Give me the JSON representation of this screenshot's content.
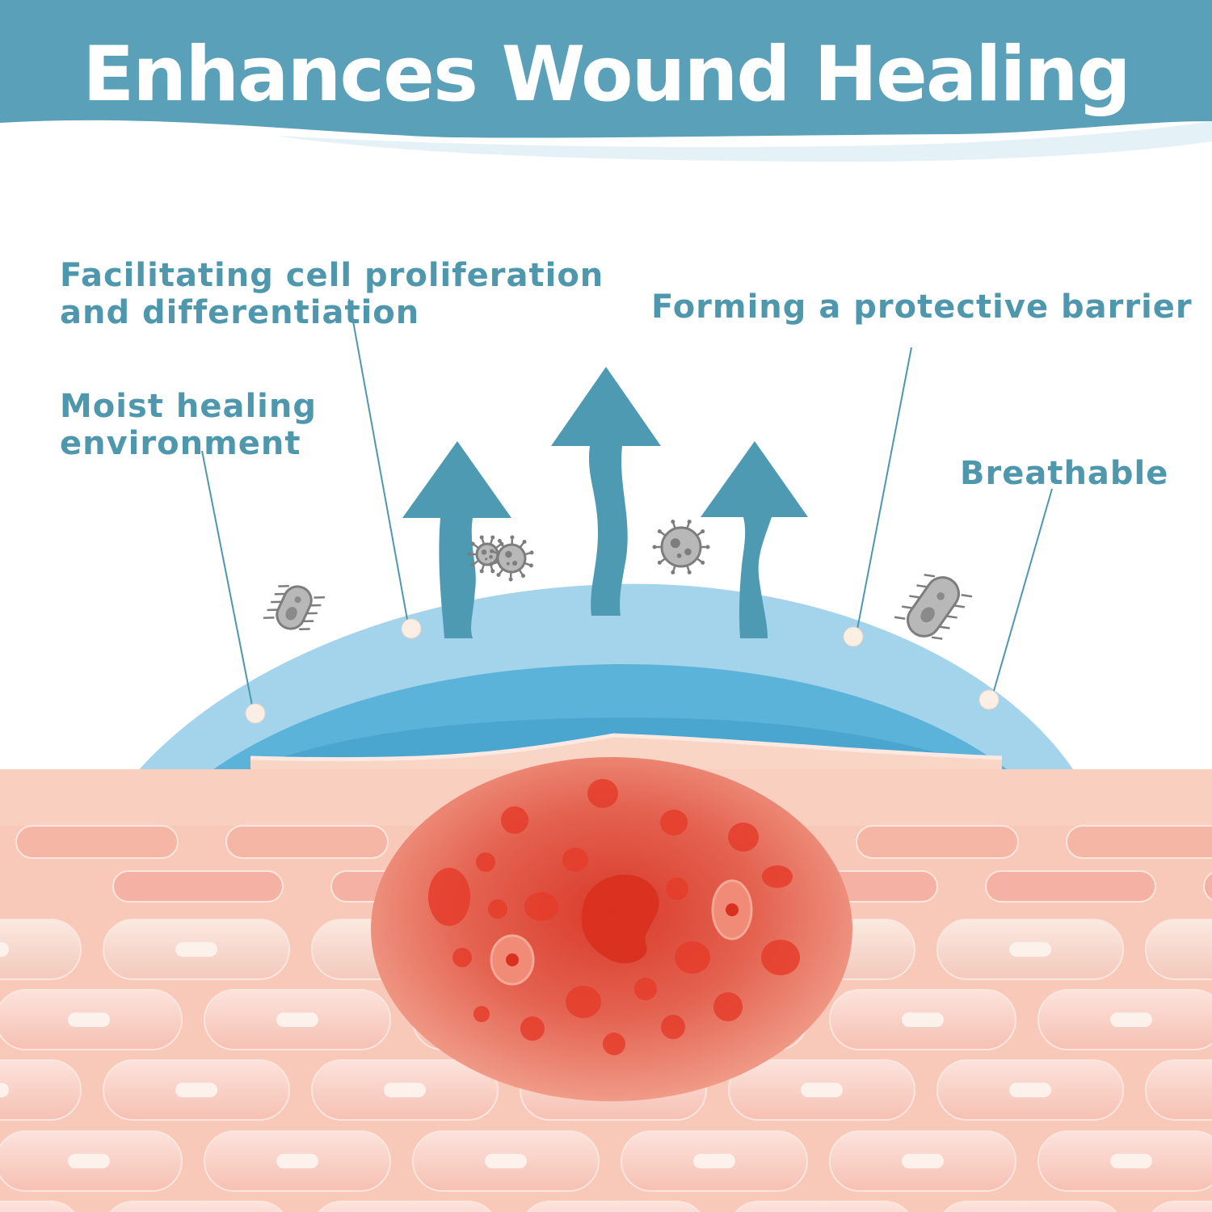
{
  "banner": {
    "title": "Enhances Wound Healing",
    "color": "#5aa0b8"
  },
  "callouts": {
    "cell_proliferation": {
      "line1": "Facilitating cell proliferation",
      "line2": "and differentiation"
    },
    "protective_barrier": {
      "line1": "Forming a protective barrier"
    },
    "moist_healing": {
      "line1": "Moist healing",
      "line2": "environment"
    },
    "breathable": {
      "line1": "Breathable"
    }
  },
  "colors": {
    "label_text": "#4e97ad",
    "arrow": "#4f9ab3",
    "dressing_outer": "#a4d3ec",
    "dressing_inner": "#5cb3d9",
    "skin": "#f7c8b8",
    "wound": "#ec7a68",
    "germ": "#9c9c9c"
  },
  "icons": [
    "upward-arrow-icon",
    "bacteria-icon",
    "virus-icon",
    "germ-cluster-icon"
  ]
}
